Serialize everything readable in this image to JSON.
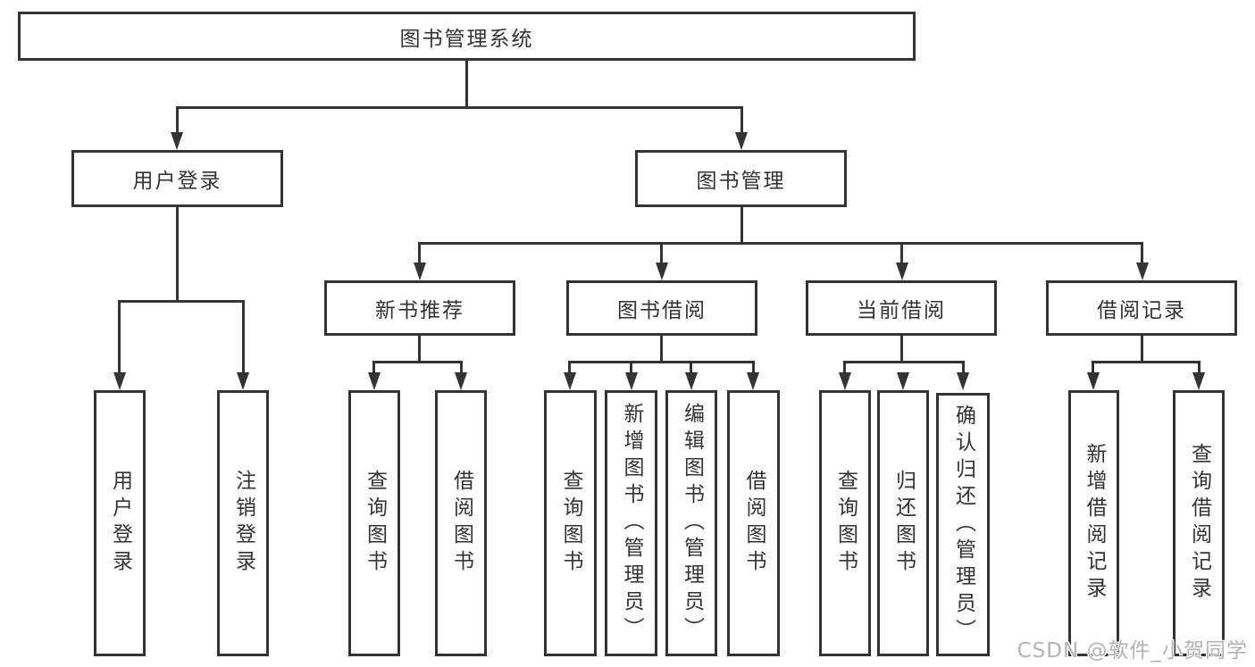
{
  "diagram_title": "图书管理系统",
  "colors": {
    "line": "#333333",
    "text": "#333333",
    "box_border": "#333333",
    "background": "#ffffff",
    "watermark": "#b3b3b3"
  },
  "watermark": {
    "text": "CSDN @软件_小贺同学"
  },
  "tree": {
    "root": {
      "label": "图书管理系统",
      "children": [
        {
          "label": "用户登录",
          "children": [
            {
              "label": "用户登录"
            },
            {
              "label": "注销登录"
            }
          ]
        },
        {
          "label": "图书管理",
          "children": [
            {
              "label": "新书推荐",
              "children": [
                {
                  "label": "查询图书"
                },
                {
                  "label": "借阅图书"
                }
              ]
            },
            {
              "label": "图书借阅",
              "children": [
                {
                  "label": "查询图书"
                },
                {
                  "label": "新增图书（管理员）"
                },
                {
                  "label": "编辑图书（管理员）"
                },
                {
                  "label": "借阅图书"
                }
              ]
            },
            {
              "label": "当前借阅",
              "children": [
                {
                  "label": "查询图书"
                },
                {
                  "label": "归还图书"
                },
                {
                  "label": "确认归还（管理员）"
                }
              ]
            },
            {
              "label": "借阅记录",
              "children": [
                {
                  "label": "新增借阅记录"
                },
                {
                  "label": "查询借阅记录"
                }
              ]
            }
          ]
        }
      ]
    }
  }
}
